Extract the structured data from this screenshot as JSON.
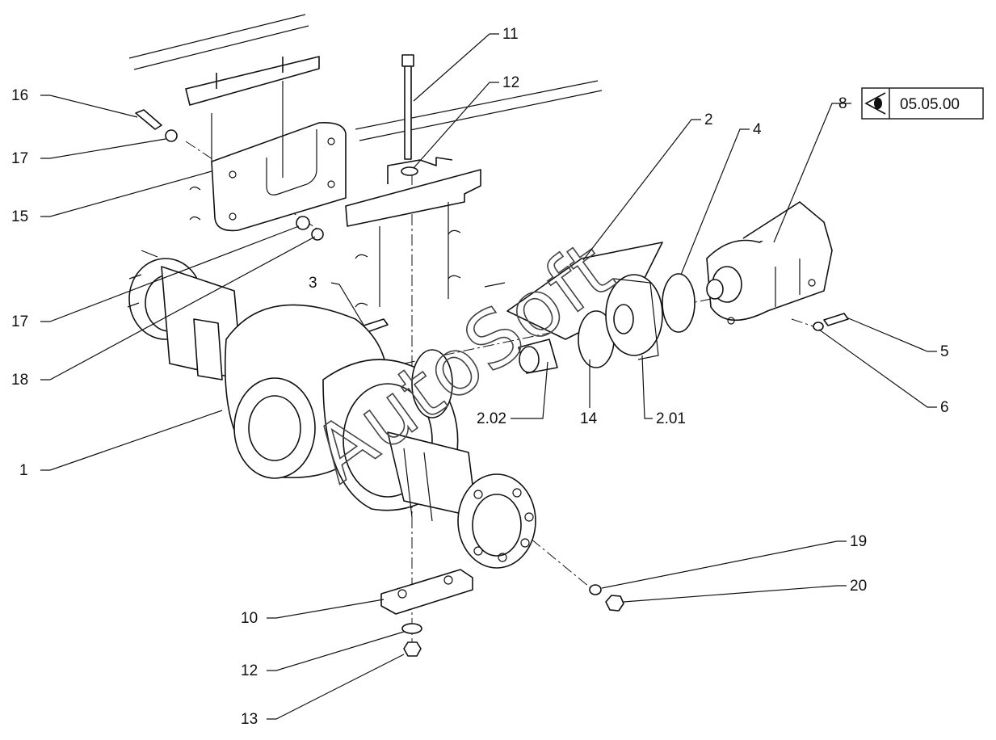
{
  "reference_box": {
    "label": "05.05.00",
    "icon": "eye-in-triangle-icon"
  },
  "watermark": "AutoSoft",
  "callouts": [
    {
      "id": "c16",
      "label": "16"
    },
    {
      "id": "c17a",
      "label": "17"
    },
    {
      "id": "c15",
      "label": "15"
    },
    {
      "id": "c17b",
      "label": "17"
    },
    {
      "id": "c18",
      "label": "18"
    },
    {
      "id": "c1",
      "label": "1"
    },
    {
      "id": "c11",
      "label": "11"
    },
    {
      "id": "c12a",
      "label": "12"
    },
    {
      "id": "c3",
      "label": "3"
    },
    {
      "id": "c2",
      "label": "2"
    },
    {
      "id": "c4",
      "label": "4"
    },
    {
      "id": "c8",
      "label": "8"
    },
    {
      "id": "c5",
      "label": "5"
    },
    {
      "id": "c6",
      "label": "6"
    },
    {
      "id": "c202",
      "label": "2.02"
    },
    {
      "id": "c14",
      "label": "14"
    },
    {
      "id": "c201",
      "label": "2.01"
    },
    {
      "id": "c19",
      "label": "19"
    },
    {
      "id": "c20",
      "label": "20"
    },
    {
      "id": "c10",
      "label": "10"
    },
    {
      "id": "c12b",
      "label": "12"
    },
    {
      "id": "c13",
      "label": "13"
    }
  ]
}
